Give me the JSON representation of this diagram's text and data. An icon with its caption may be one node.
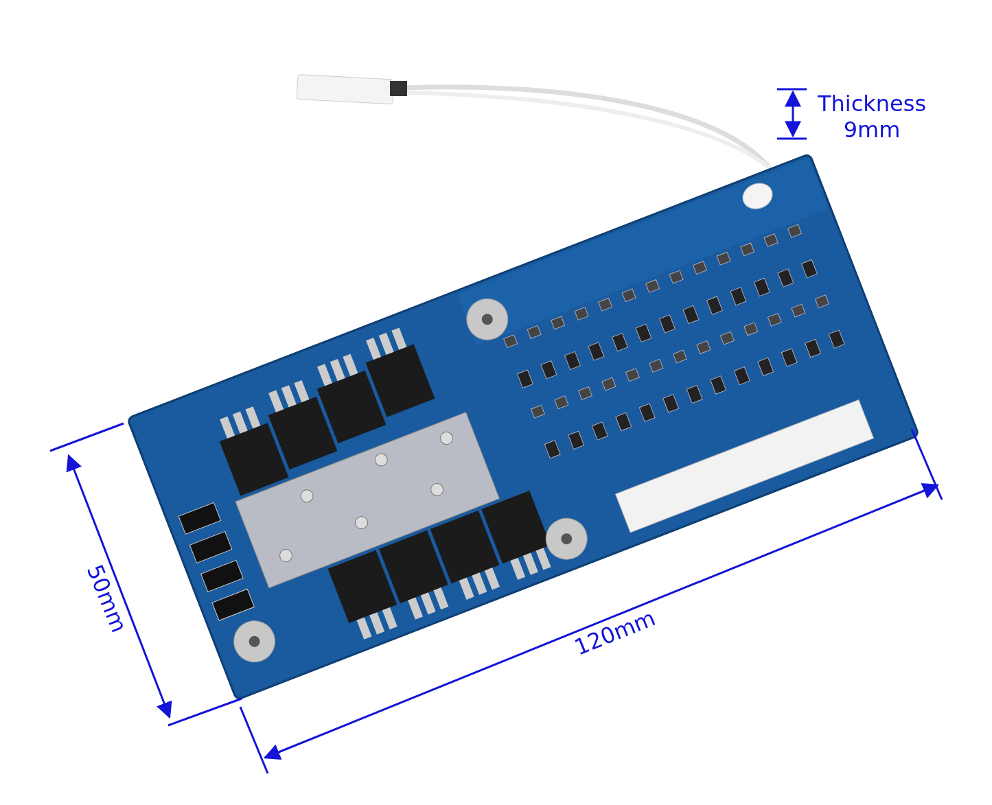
{
  "diagram": {
    "labels": [
      "Thickness 9mm",
      "50mm",
      "120mm"
    ]
  }
}
